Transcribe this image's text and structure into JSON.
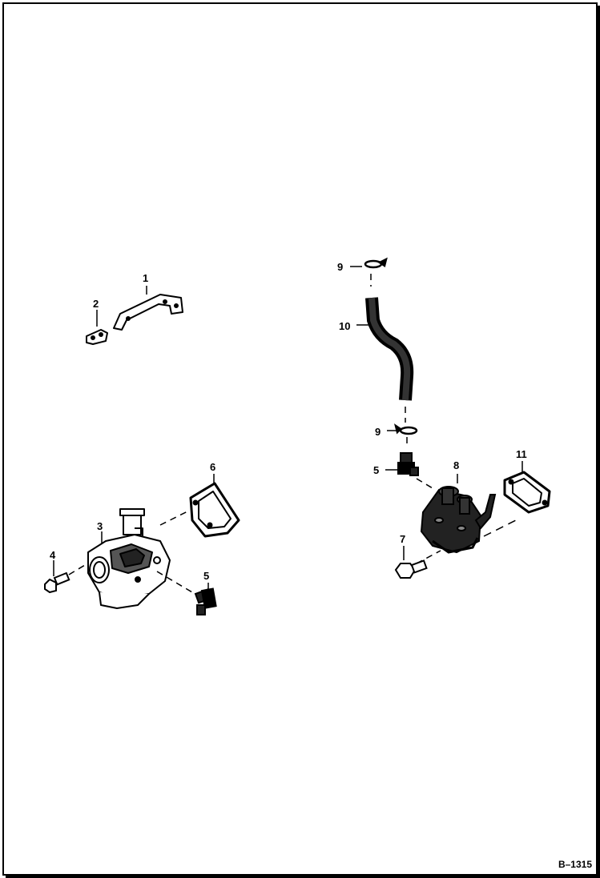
{
  "figure_ref": "B–1315",
  "callouts": {
    "c1": "1",
    "c2": "2",
    "c3": "3",
    "c4": "4",
    "c5a": "5",
    "c5b": "5",
    "c6": "6",
    "c7": "7",
    "c8": "8",
    "c9a": "9",
    "c9b": "9",
    "c10": "10",
    "c11": "11"
  },
  "parts": [
    {
      "callout": "1",
      "name": "bracket"
    },
    {
      "callout": "2",
      "name": "clip"
    },
    {
      "callout": "3",
      "name": "carburetor"
    },
    {
      "callout": "4",
      "name": "bolt"
    },
    {
      "callout": "5",
      "name": "fitting"
    },
    {
      "callout": "6",
      "name": "gasket"
    },
    {
      "callout": "7",
      "name": "bolt"
    },
    {
      "callout": "8",
      "name": "fuel-pump"
    },
    {
      "callout": "9",
      "name": "hose-clamp"
    },
    {
      "callout": "10",
      "name": "fuel-hose"
    },
    {
      "callout": "11",
      "name": "gasket"
    }
  ]
}
